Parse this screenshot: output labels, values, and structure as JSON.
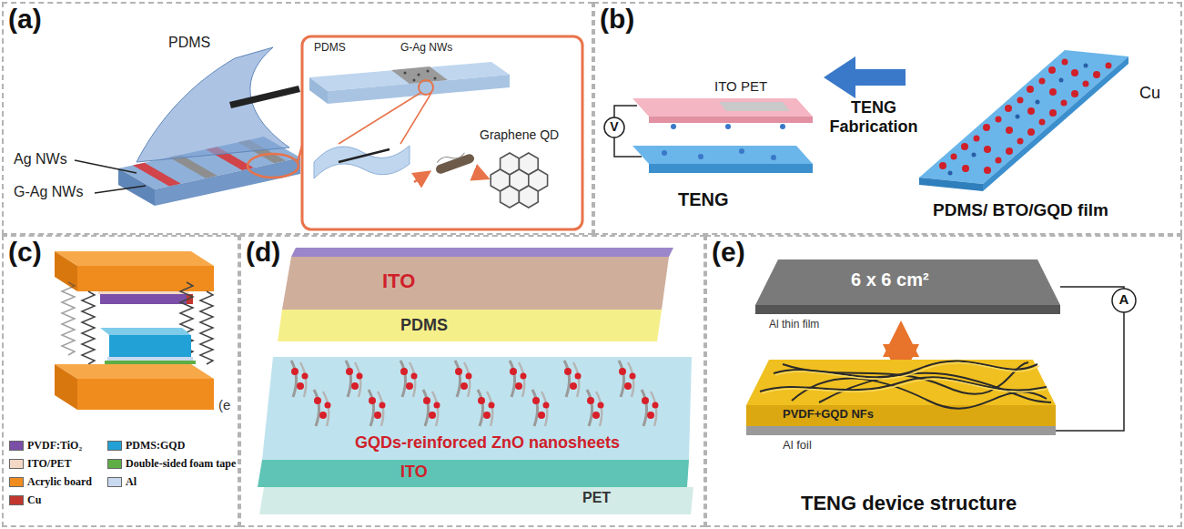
{
  "diagram": {
    "nodes": [
      {
        "text": [
          "(a)"
        ]
      },
      {
        "text": [
          "(b)"
        ]
      },
      {
        "text": [
          "(c)"
        ]
      },
      {
        "text": [
          "(d)"
        ]
      },
      {
        "text": [
          "(e)"
        ]
      }
    ],
    "labels": [
      "PDMS",
      "Ag NWs",
      "G-Ag NWs",
      "PDMS",
      "G-Ag NWs",
      "Graphene QD",
      "ITO PET",
      "V",
      "TENG Fabrication",
      "Cu",
      "TENG",
      "PDMS/ BTO/GQD film",
      "(e",
      "ITO",
      "PDMS",
      "GQDs-reinforced ZnO nanosheets",
      "ITO",
      "PET",
      "6 x 6 cm²",
      "A",
      "Al thin film",
      "PVDF+GQD NFs",
      "Al foil",
      "TENG device structure"
    ],
    "legend": [
      {
        "text": "PVDF:TiO₂",
        "color": "#7b4fa8"
      },
      {
        "text": "PDMS:GQD",
        "color": "#22a1d6"
      },
      {
        "text": "ITO/PET",
        "color": "#f3d8c5"
      },
      {
        "text": "Double-sided foam tape",
        "color": "#5fae45"
      },
      {
        "text": "Acrylic board",
        "color": "#f08c1e"
      },
      {
        "text": "Al",
        "color": "#c9d9ef"
      },
      {
        "text": "Cu",
        "color": "#c1372f"
      }
    ]
  }
}
